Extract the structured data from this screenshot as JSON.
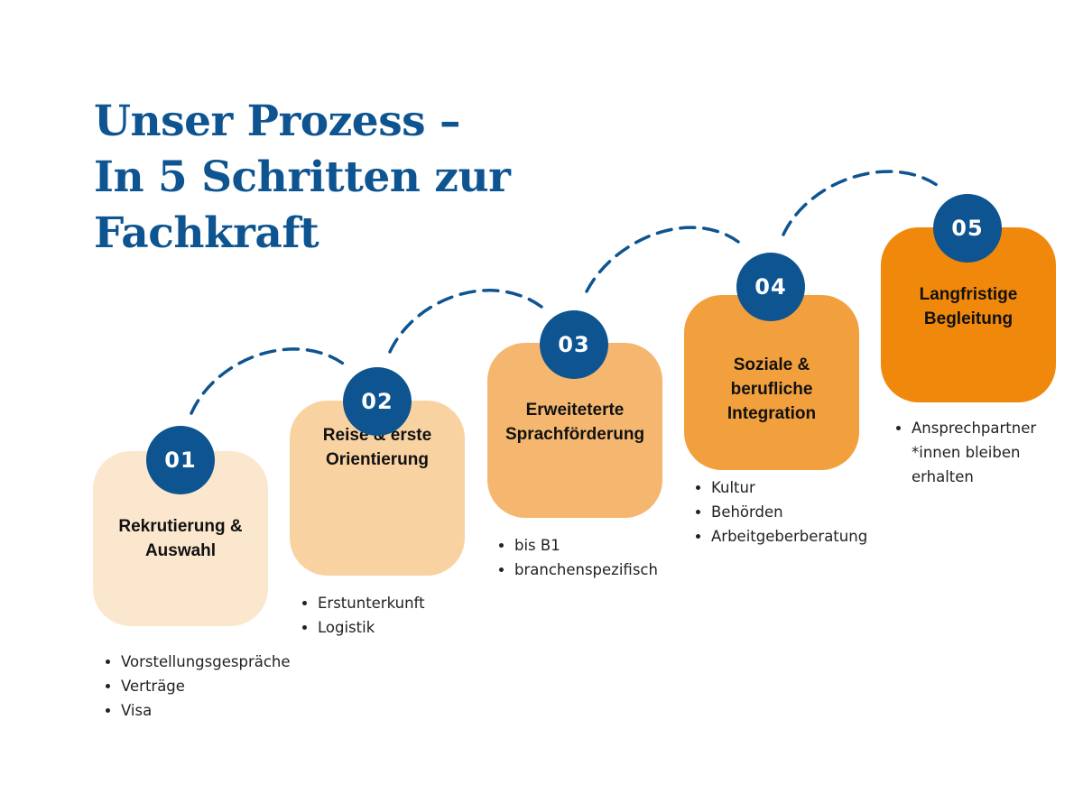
{
  "title": [
    "Unser Prozess –",
    "In 5 Schritten zur",
    "Fachkraft"
  ],
  "colors": {
    "navy": "#0d5490",
    "step1": "#fbe7cd",
    "step2": "#f9d2a2",
    "step3": "#f5b76f",
    "step4": "#f29f3d",
    "step5": "#f0880b"
  },
  "steps": [
    {
      "number": "01",
      "label": "Rekrutierung & Auswahl",
      "bullets": [
        "Vorstellungsgespräche",
        "Verträge",
        "Visa"
      ]
    },
    {
      "number": "02",
      "label": "Reise & erste Orientierung",
      "bullets": [
        "Erstunterkunft",
        "Logistik"
      ]
    },
    {
      "number": "03",
      "label": "Erweiteterte Sprachförderung",
      "bullets": [
        "bis B1",
        "branchenspezifisch"
      ]
    },
    {
      "number": "04",
      "label": "Soziale & berufliche Integration",
      "bullets": [
        "Kultur",
        "Behörden",
        "Arbeitgeberberatung"
      ]
    },
    {
      "number": "05",
      "label": "Langfristige Begleitung",
      "bullets": [
        "Ansprechpartner *innen bleiben erhalten"
      ]
    }
  ]
}
